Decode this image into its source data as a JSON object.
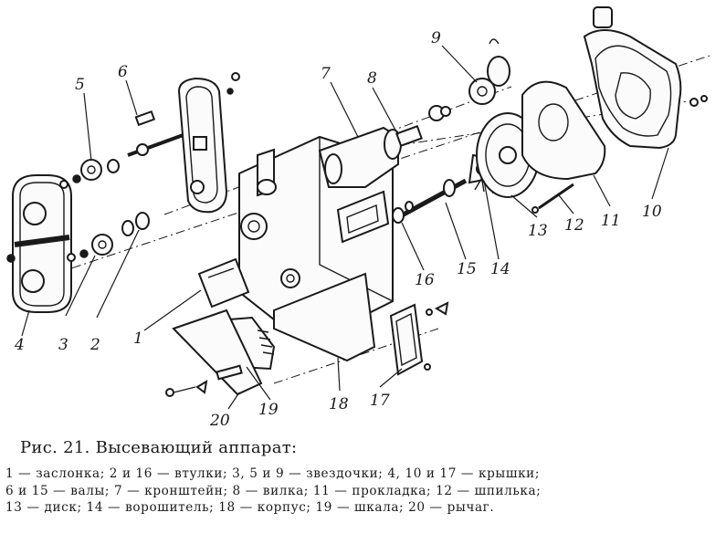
{
  "figure": {
    "title": "Рис. 21. Высевающий аппарат:",
    "legend_lines": [
      "1 — заслонка; 2 и 16 — втулки; 3, 5 и 9 — звездочки; 4, 10 и 17 — крышки;",
      "6 и 15 — валы; 7 — кронштейн; 8 — вилка; 11 — прокладка; 12 — шпилька;",
      "13 — диск; 14 — ворошитель; 18 — корпус; 19 — шкала; 20 — рычаг."
    ],
    "part_numbers": [
      "1",
      "2",
      "3",
      "4",
      "5",
      "6",
      "7",
      "8",
      "9",
      "10",
      "11",
      "12",
      "13",
      "14",
      "15",
      "16",
      "17",
      "18",
      "19",
      "20"
    ]
  }
}
